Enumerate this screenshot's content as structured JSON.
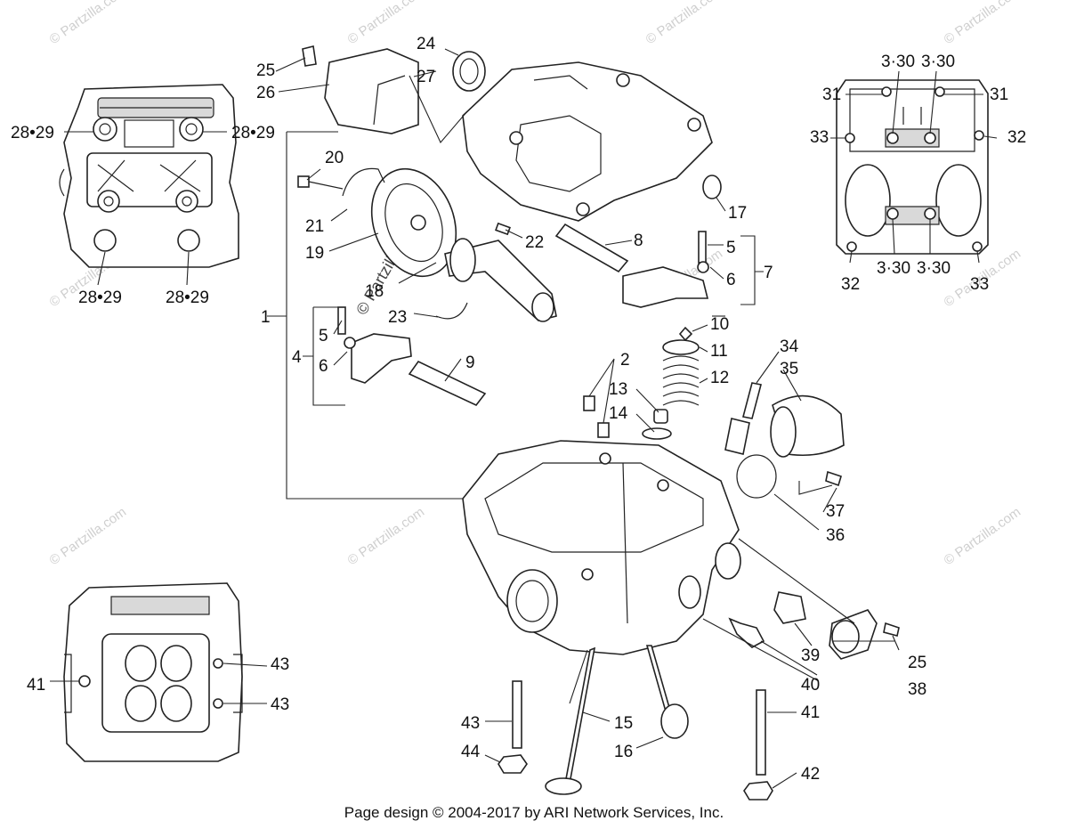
{
  "footer": "Page design © 2004-2017 by ARI Network Services, Inc.",
  "watermark": "© Partzilla.com",
  "labels": {
    "p1": "1",
    "p2": "2",
    "p3_30a": "3·30",
    "p3_30b": "3·30",
    "p3_30c": "3·30",
    "p3_30d": "3·30",
    "p4": "4",
    "p5a": "5",
    "p5b": "5",
    "p6a": "6",
    "p6b": "6",
    "p7": "7",
    "p8": "8",
    "p9": "9",
    "p10": "10",
    "p11": "11",
    "p12": "12",
    "p13": "13",
    "p14": "14",
    "p15": "15",
    "p16": "16",
    "p17": "17",
    "p18": "18",
    "p19": "19",
    "p20": "20",
    "p21": "21",
    "p22": "22",
    "p23": "23",
    "p24": "24",
    "p25a": "25",
    "p25b": "25",
    "p26": "26",
    "p27": "27",
    "p2829a": "28•29",
    "p2829b": "28•29",
    "p2829c": "28•29",
    "p2829d": "28•29",
    "p31a": "31",
    "p31b": "31",
    "p32a": "32",
    "p32b": "32",
    "p33a": "33",
    "p33b": "33",
    "p34": "34",
    "p35": "35",
    "p36": "36",
    "p37": "37",
    "p38": "38",
    "p39": "39",
    "p40": "40",
    "p41a": "41",
    "p41b": "41",
    "p42": "42",
    "p43a": "43",
    "p43b": "43",
    "p43c": "43",
    "p44": "44"
  }
}
